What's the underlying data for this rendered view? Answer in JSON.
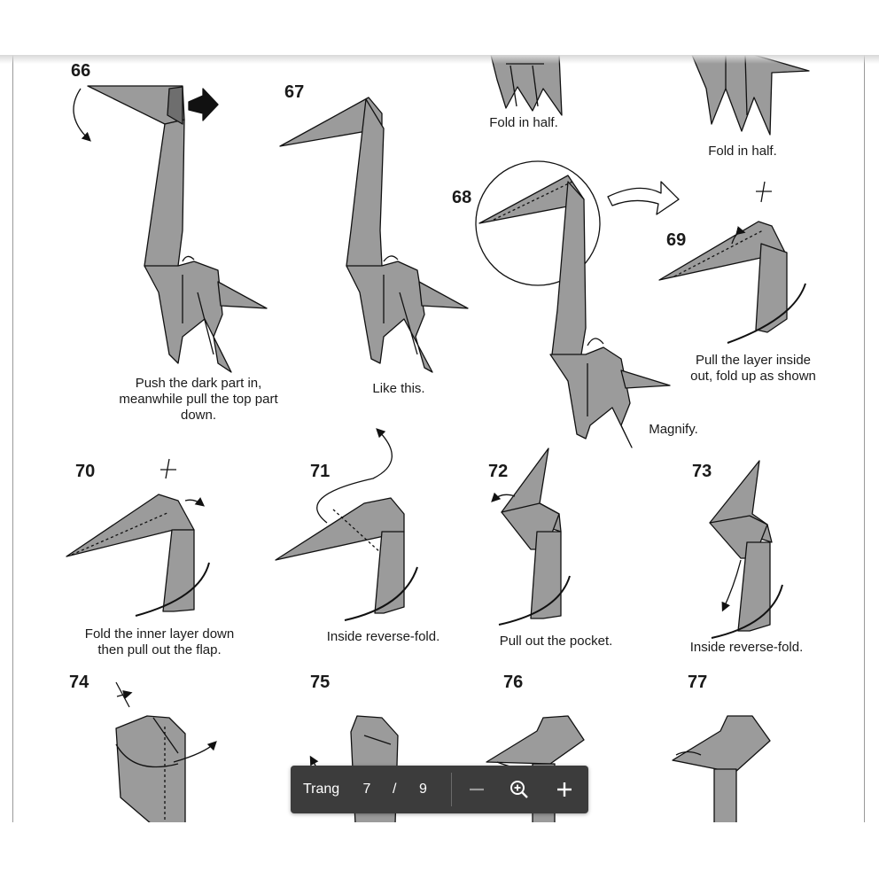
{
  "steps": {
    "s66": {
      "number": "66",
      "caption": [
        "Push the dark part in,",
        "meanwhile pull the top part",
        "down."
      ]
    },
    "s67": {
      "number": "67",
      "caption": [
        "Like this."
      ]
    },
    "s68": {
      "number": "68",
      "caption": [
        "Magnify."
      ]
    },
    "s69": {
      "number": "69",
      "caption": [
        "Pull the layer inside",
        "out, fold up as shown"
      ]
    },
    "s70": {
      "number": "70",
      "caption": [
        "Fold the inner layer down",
        "then pull out the flap."
      ]
    },
    "s71": {
      "number": "71",
      "caption": [
        "Inside reverse-fold."
      ]
    },
    "s72": {
      "number": "72",
      "caption": [
        "Pull out the pocket."
      ]
    },
    "s73": {
      "number": "73",
      "caption": [
        "Inside reverse-fold."
      ]
    },
    "s74": {
      "number": "74"
    },
    "s75": {
      "number": "75"
    },
    "s76": {
      "number": "76"
    },
    "s77": {
      "number": "77"
    }
  },
  "top_captions": {
    "left": "Fold in half.",
    "right": "Fold in half."
  },
  "toolbar": {
    "page_label": "Trang",
    "current_page": "7",
    "separator": "/",
    "total_pages": "9",
    "zoom_out_icon": "minus-icon",
    "zoom_fit_icon": "magnifier-plus-icon",
    "zoom_in_icon": "plus-icon"
  },
  "colors": {
    "paper_fill": "#9b9b9b",
    "paper_dark": "#6e6e6e",
    "toolbar_bg": "#3c3c3c"
  }
}
